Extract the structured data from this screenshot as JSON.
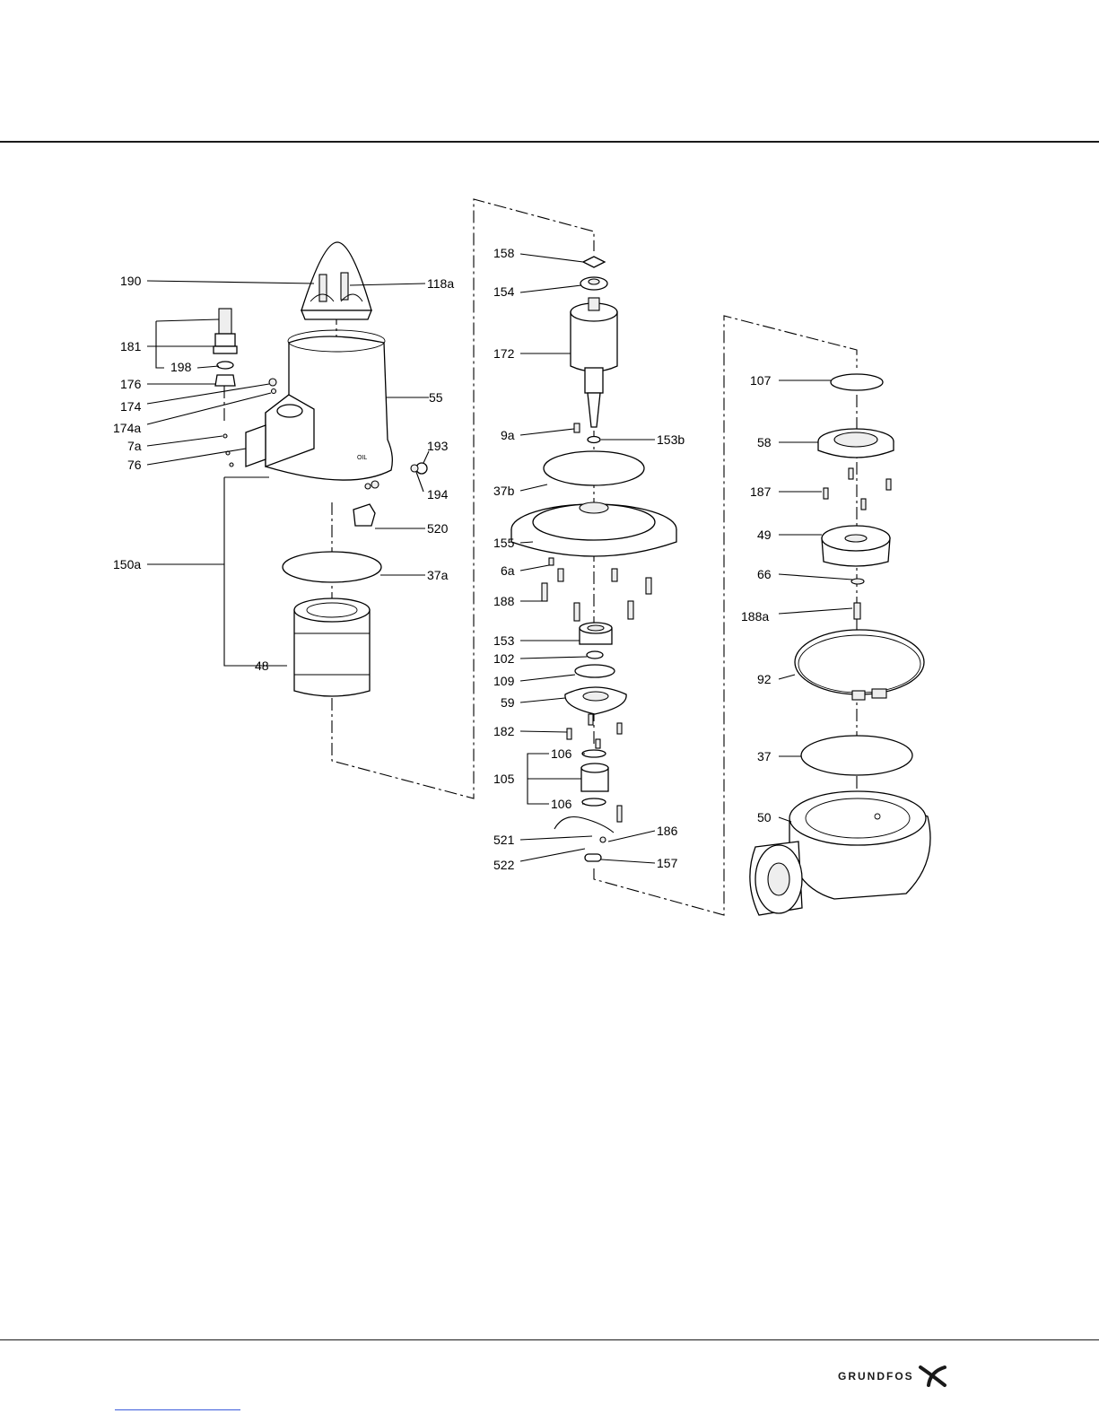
{
  "labels": {
    "l190": "190",
    "l118a": "118a",
    "l181": "181",
    "l198": "198",
    "l176": "176",
    "l174": "174",
    "l174a": "174a",
    "l7a": "7a",
    "l76": "76",
    "l55": "55",
    "l193": "193",
    "l194": "194",
    "l520": "520",
    "l150a": "150a",
    "l37a": "37a",
    "l48": "48",
    "l158": "158",
    "l154": "154",
    "l172": "172",
    "l9a": "9a",
    "l153b": "153b",
    "l37b": "37b",
    "l155": "155",
    "l6a": "6a",
    "l188": "188",
    "l153": "153",
    "l102": "102",
    "l109": "109",
    "l59": "59",
    "l182": "182",
    "l106a": "106",
    "l105": "105",
    "l106b": "106",
    "l521": "521",
    "l186": "186",
    "l522": "522",
    "l157": "157",
    "l107": "107",
    "l58": "58",
    "l187": "187",
    "l49": "49",
    "l66": "66",
    "l188a": "188a",
    "l92": "92",
    "l37": "37",
    "l50": "50"
  },
  "brand": {
    "logo_text": "GRUNDFOS",
    "logo_icon": "grundfos-x-icon"
  }
}
